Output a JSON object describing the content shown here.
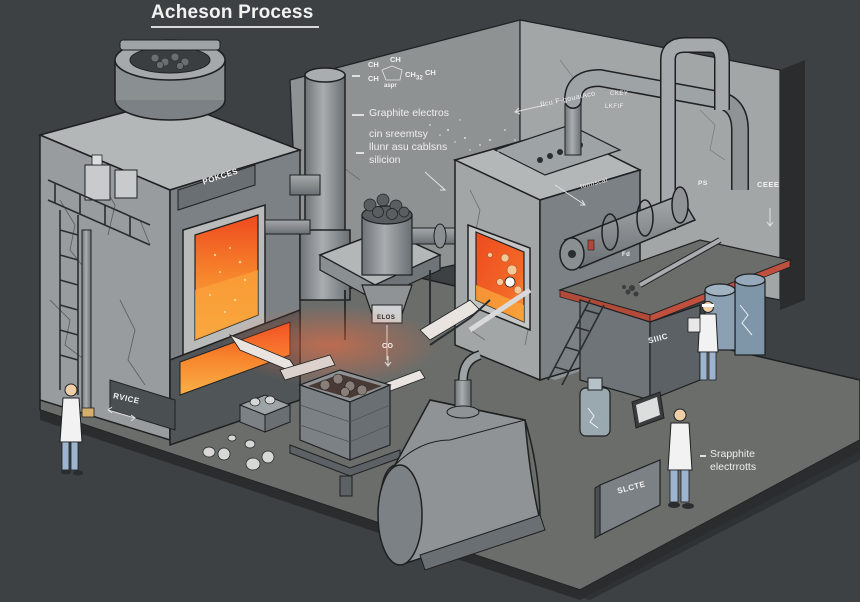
{
  "title": "Acheson Process",
  "annotations": {
    "formula": {
      "ch_top": "CH",
      "ch_bottom": "CH",
      "ch_right": "CH",
      "ring_label": "aspr",
      "ch3": "CH",
      "ch3_sub": "3",
      "ch3_sub2": "2",
      "ch_end": "CH"
    },
    "graphite_electros": "Graphite electros",
    "block_lines": [
      "cin sreemtsy",
      "llunr asu cablsns",
      "silicion"
    ],
    "srapphite_lines": [
      "Srapphite",
      "electrrotts"
    ]
  },
  "equipment_labels": {
    "left_furnace": "POKCES",
    "left_base": "RVICE",
    "right_wall_arrow": "flcu F-gouaiAco",
    "right_wall_small": "CKEY",
    "right_wall_small2": "LKFIF",
    "right_furnace": "tonnscal",
    "pipe_tag": "PS",
    "far_right_wall": "CEEE",
    "hopper_tag": "ELOS",
    "hopper_down": "CO",
    "platform_base": "SIIIC",
    "floor_sign": "SLCTE",
    "valve_tag": "Fd"
  },
  "colors": {
    "background": "#3d4143",
    "floor": "#6b6d6a",
    "wall": "#a3a6a6",
    "metal_light": "#9ea3a6",
    "metal_mid": "#7c8185",
    "metal_dark": "#565b5f",
    "furnace_hot": "#f04e20",
    "furnace_glow": "#f9a43b",
    "platform_red": "#b24a3a",
    "lab_coat": "#f2f2f2",
    "jeans": "#9db4cf",
    "outline": "#1e2022"
  }
}
